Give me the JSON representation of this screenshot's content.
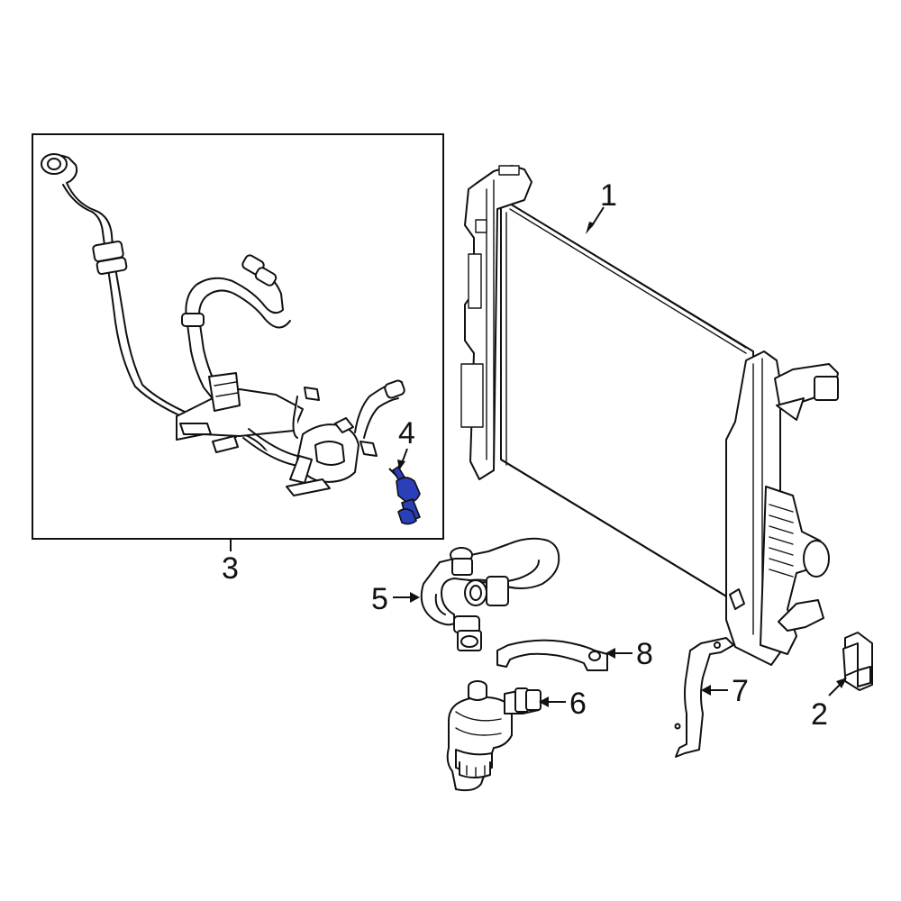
{
  "diagram": {
    "highlight_color": "#2a3fb8",
    "callouts": [
      {
        "id": "1",
        "label": "1"
      },
      {
        "id": "2",
        "label": "2"
      },
      {
        "id": "3",
        "label": "3"
      },
      {
        "id": "4",
        "label": "4"
      },
      {
        "id": "5",
        "label": "5"
      },
      {
        "id": "6",
        "label": "6"
      },
      {
        "id": "7",
        "label": "7"
      },
      {
        "id": "8",
        "label": "8"
      }
    ],
    "highlighted_part": "4"
  }
}
